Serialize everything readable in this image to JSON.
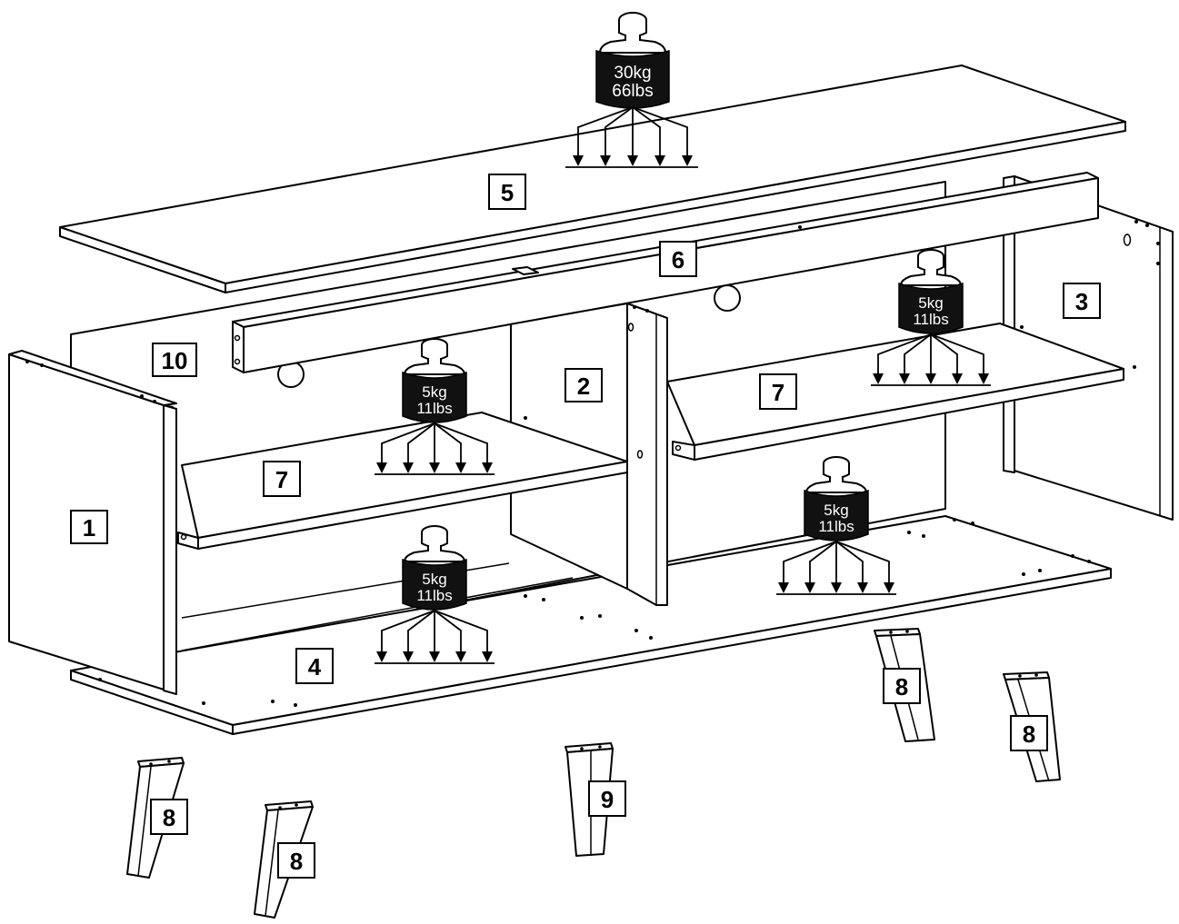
{
  "parts": [
    {
      "id": "part-1",
      "label": "1"
    },
    {
      "id": "part-2",
      "label": "2"
    },
    {
      "id": "part-3",
      "label": "3"
    },
    {
      "id": "part-4",
      "label": "4"
    },
    {
      "id": "part-5",
      "label": "5"
    },
    {
      "id": "part-6",
      "label": "6"
    },
    {
      "id": "part-7a",
      "label": "7"
    },
    {
      "id": "part-7b",
      "label": "7"
    },
    {
      "id": "part-8a",
      "label": "8"
    },
    {
      "id": "part-8b",
      "label": "8"
    },
    {
      "id": "part-8c",
      "label": "8"
    },
    {
      "id": "part-8d",
      "label": "8"
    },
    {
      "id": "part-9",
      "label": "9"
    },
    {
      "id": "part-10",
      "label": "10"
    }
  ],
  "weights": {
    "top": {
      "kg": "30kg",
      "lbs": "66lbs"
    },
    "shelf_left": {
      "kg": "5kg",
      "lbs": "11lbs"
    },
    "shelf_right": {
      "kg": "5kg",
      "lbs": "11lbs"
    },
    "bottom_left": {
      "kg": "5kg",
      "lbs": "11lbs"
    },
    "bottom_right": {
      "kg": "5kg",
      "lbs": "11lbs"
    }
  }
}
